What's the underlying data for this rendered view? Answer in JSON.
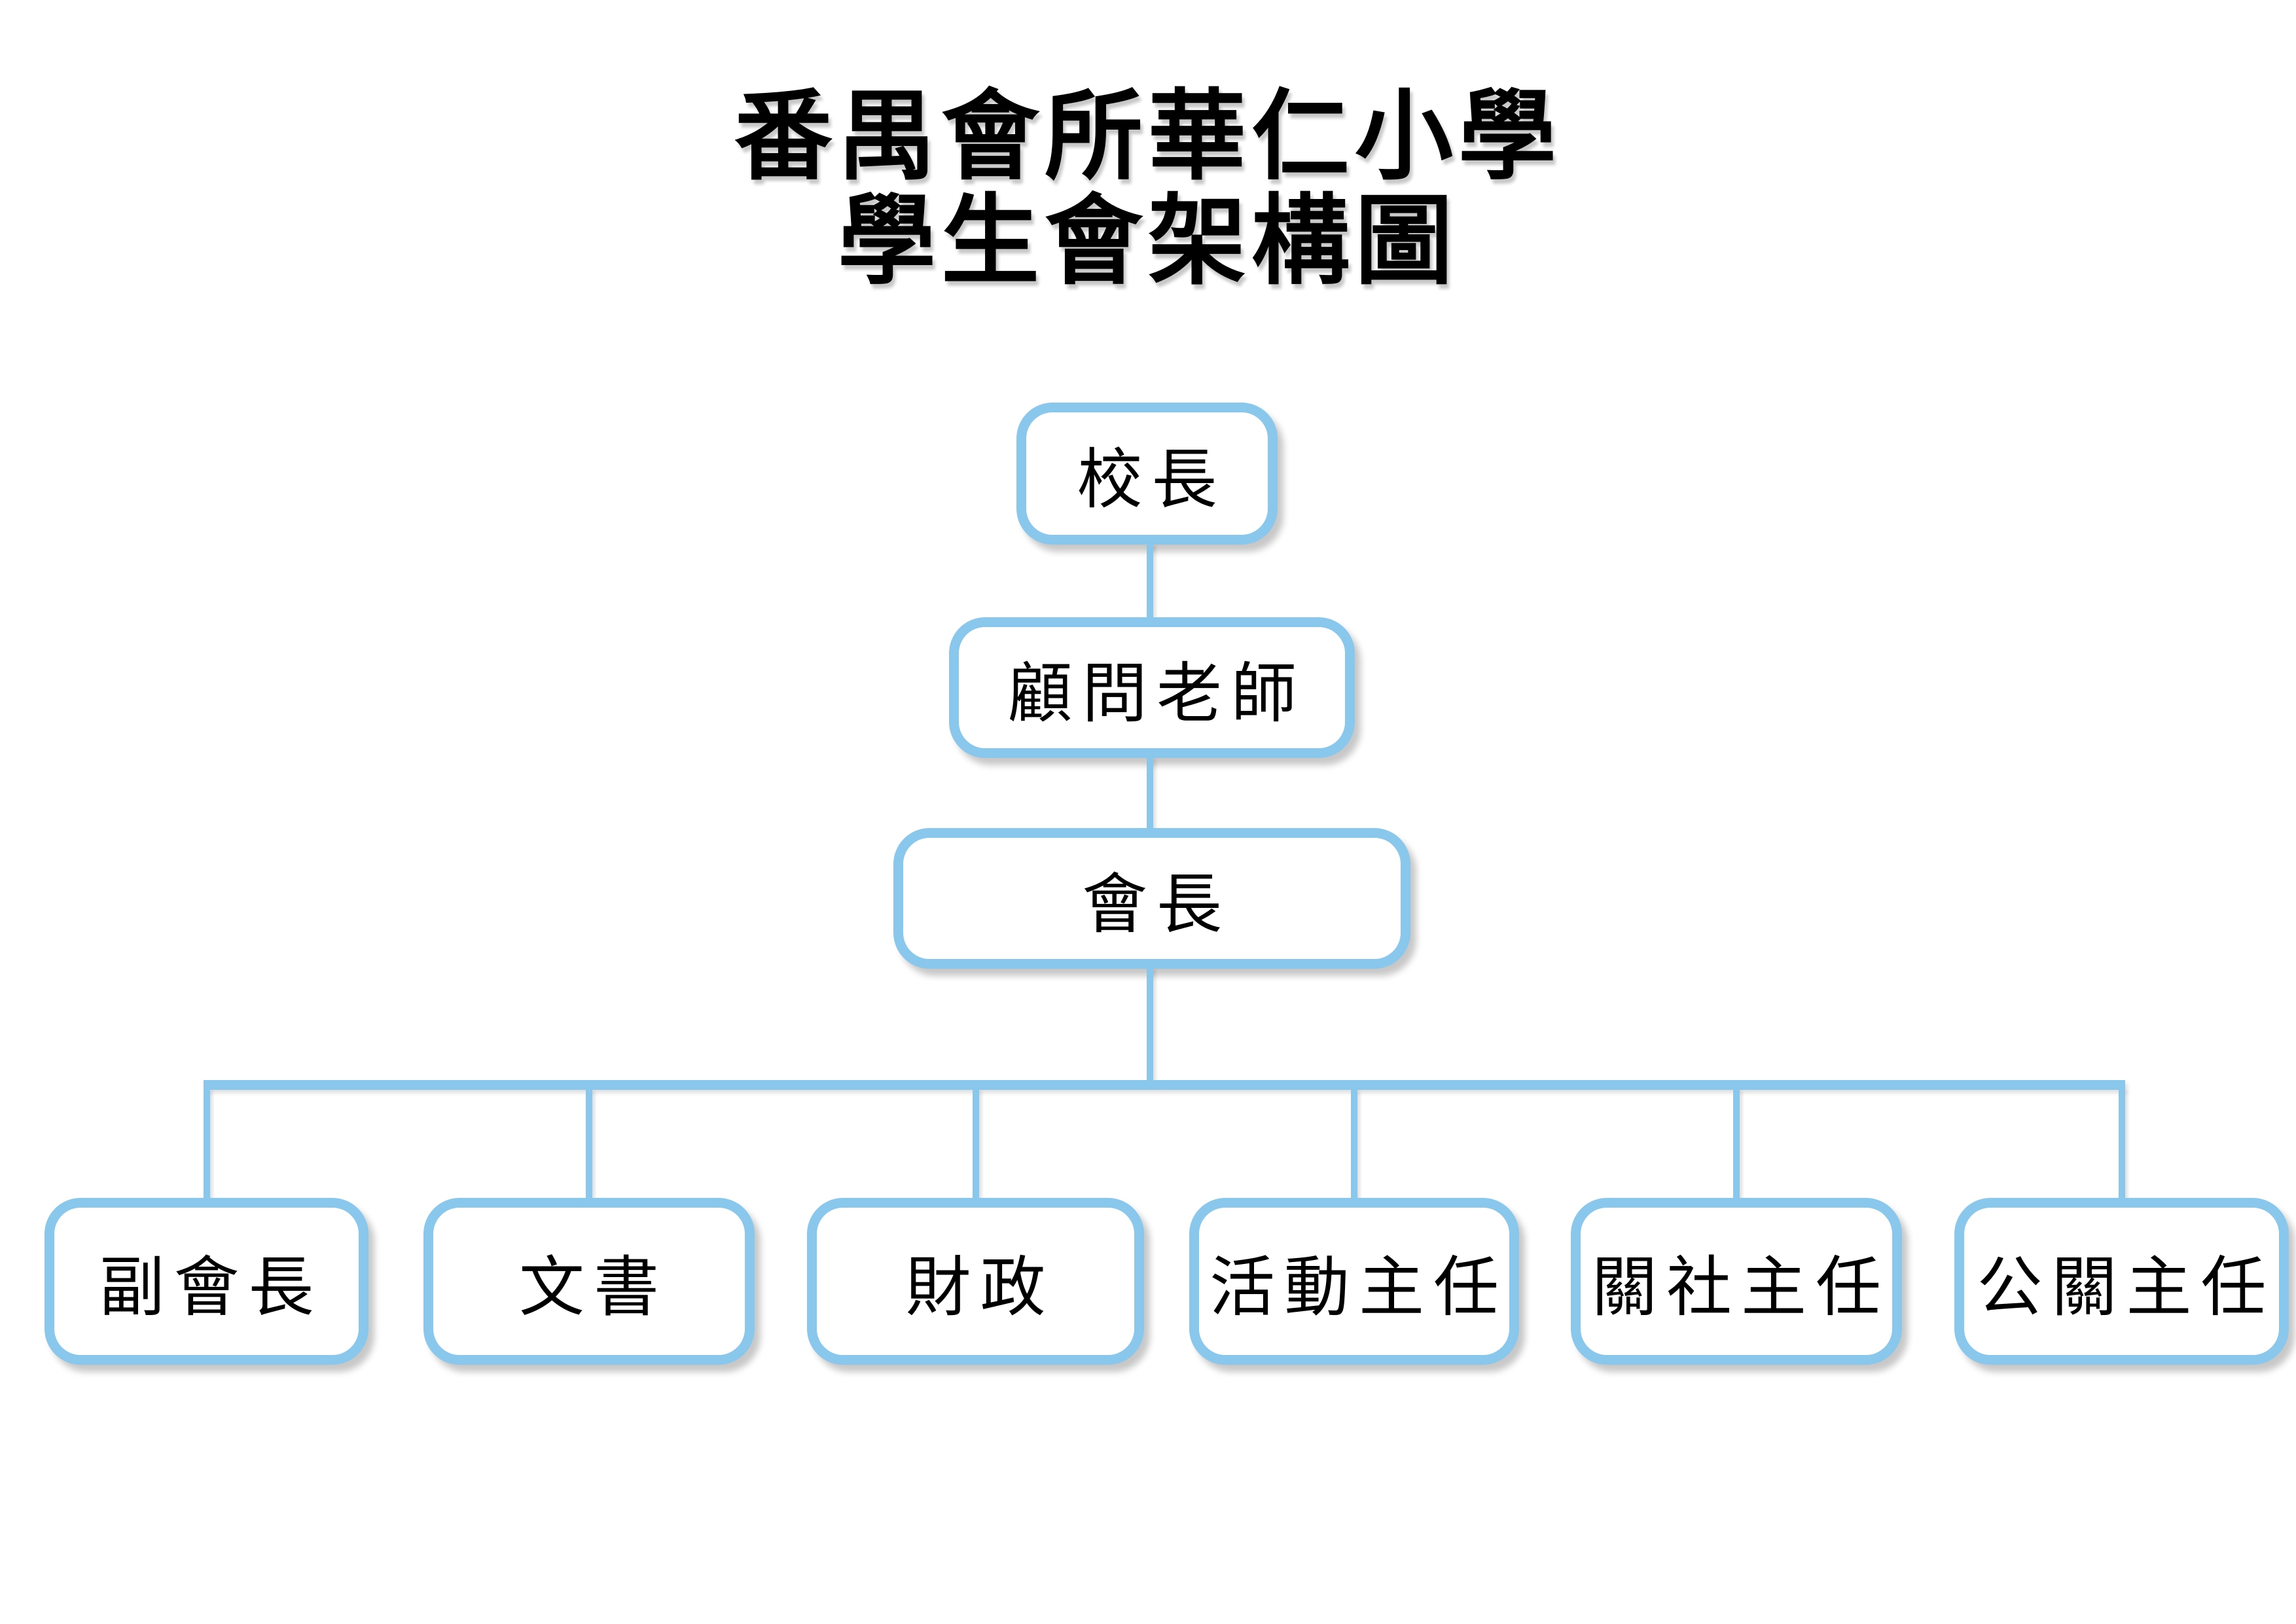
{
  "page": {
    "background_color": "#ffffff",
    "accent_color": "#8AC7EC",
    "text_color": "#000000"
  },
  "title": {
    "line1": "番禺會所華仁小學",
    "line2": "學生會架構圖"
  },
  "org_chart": {
    "principal": {
      "label": "校長"
    },
    "advisor": {
      "label": "顧問老師"
    },
    "president": {
      "label": "會長"
    },
    "committee": [
      {
        "label": "副會長"
      },
      {
        "label": "文書"
      },
      {
        "label": "財政"
      },
      {
        "label": "活動主任"
      },
      {
        "label": "關社主任"
      },
      {
        "label": "公關主任"
      }
    ],
    "edges": [
      [
        "校長",
        "顧問老師"
      ],
      [
        "顧問老師",
        "會長"
      ],
      [
        "會長",
        "副會長"
      ],
      [
        "會長",
        "文書"
      ],
      [
        "會長",
        "財政"
      ],
      [
        "會長",
        "活動主任"
      ],
      [
        "會長",
        "關社主任"
      ],
      [
        "會長",
        "公關主任"
      ]
    ]
  }
}
